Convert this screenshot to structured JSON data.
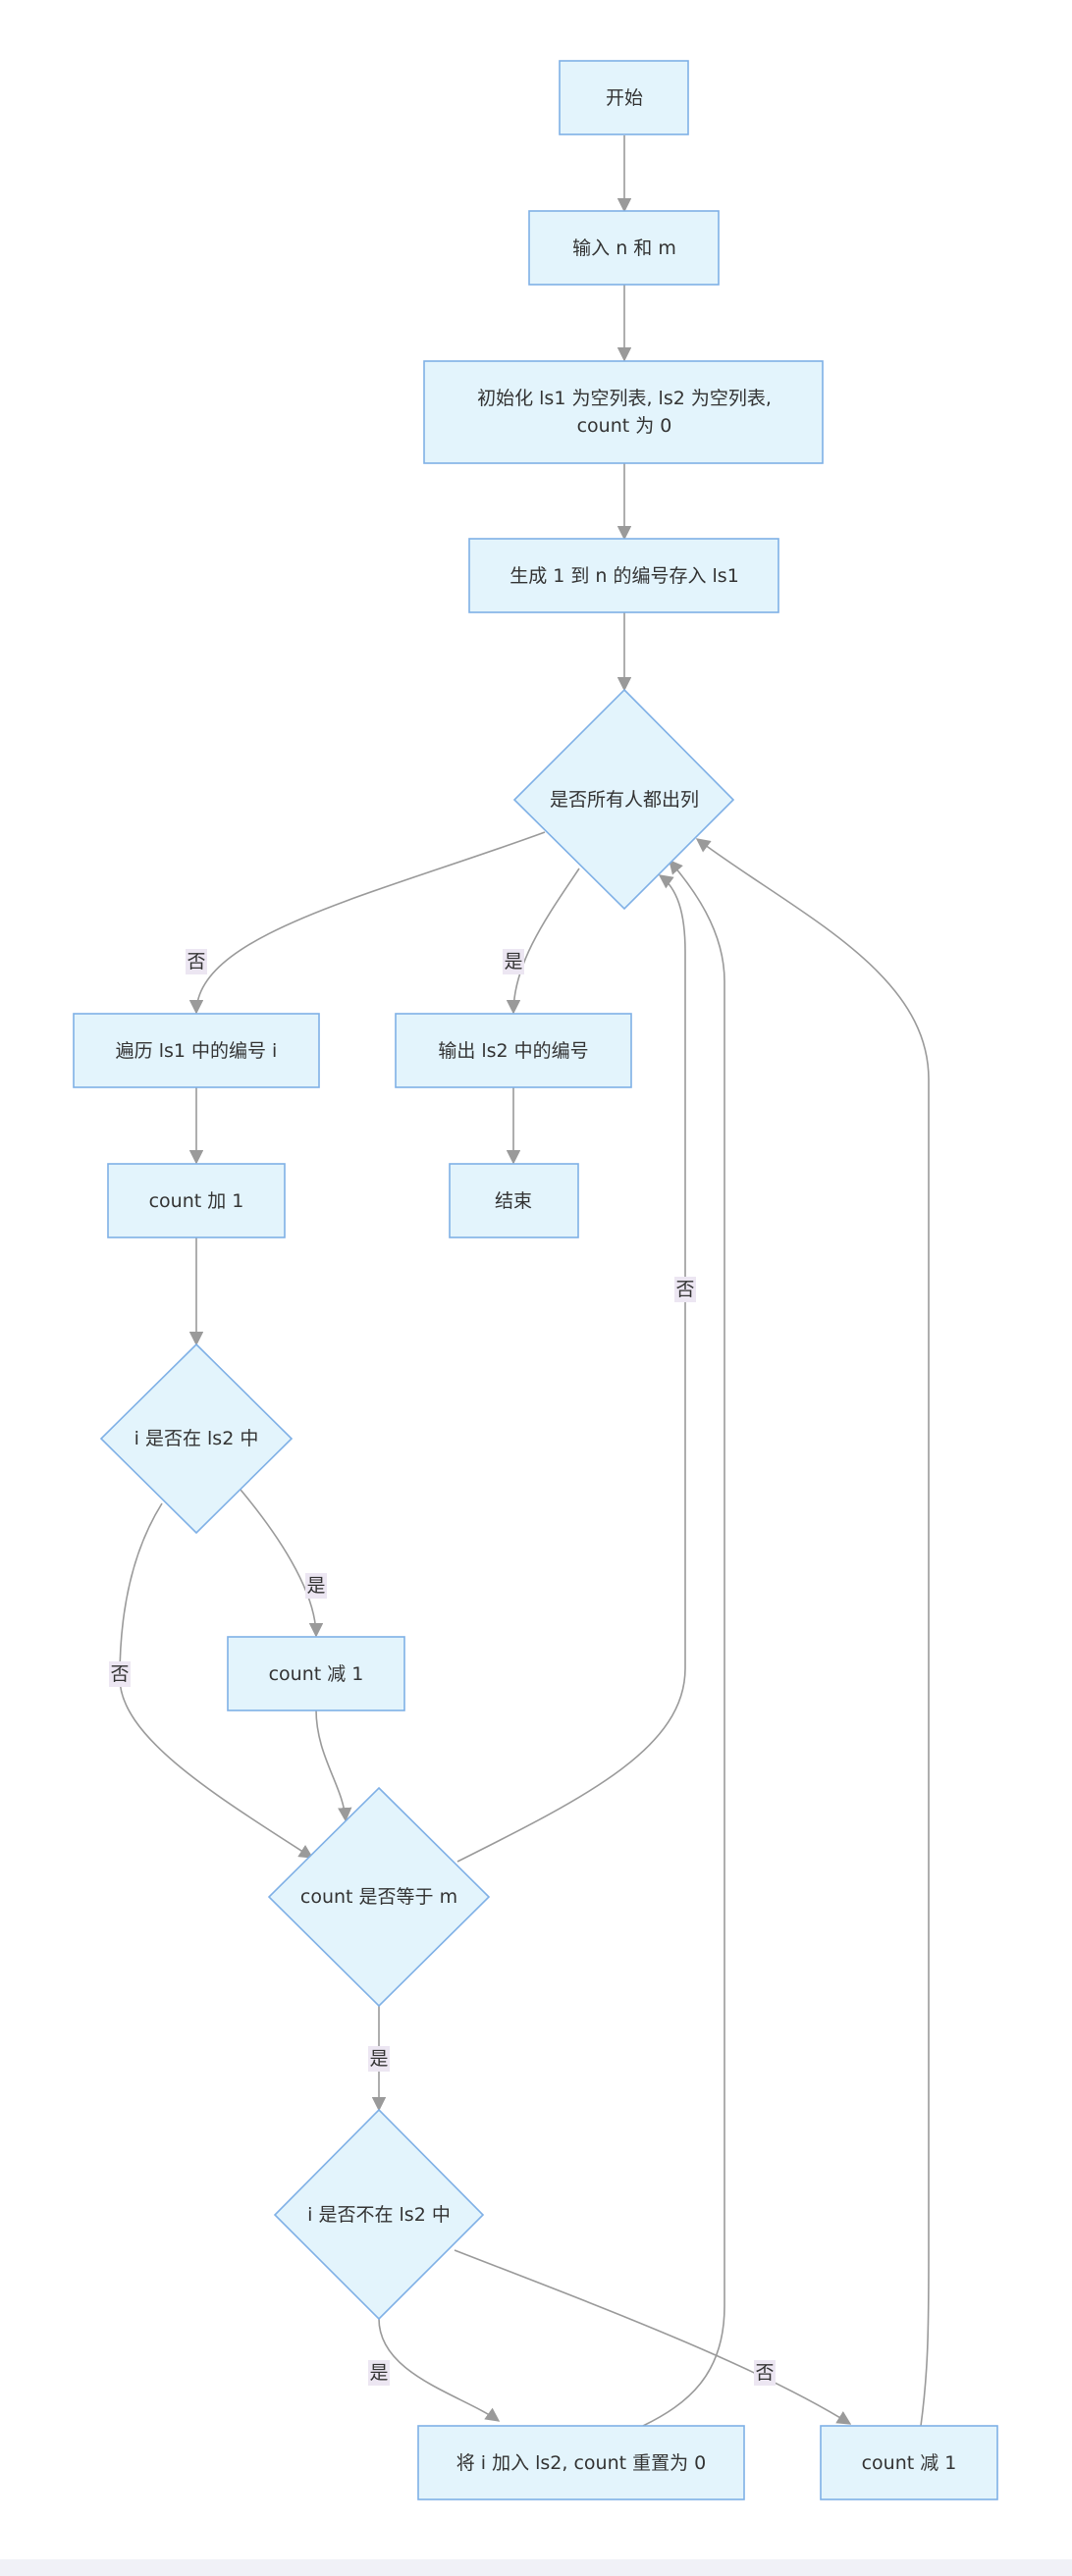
{
  "nodes": {
    "start": "开始",
    "input": "输入 n 和 m",
    "init_line1": "初始化 ls1 为空列表, ls2 为空列表,",
    "init_line2": "count 为 0",
    "generate": "生成 1 到 n 的编号存入 ls1",
    "all_out": "是否所有人都出列",
    "traverse": "遍历 ls1 中的编号 i",
    "output": "输出 ls2 中的编号",
    "count_inc": "count 加 1",
    "end": "结束",
    "i_in_ls2": "i 是否在 ls2 中",
    "count_dec_a": "count 减 1",
    "count_eq_m": "count 是否等于 m",
    "i_not_in_ls2": "i 是否不在 ls2 中",
    "add_reset": "将 i 加入 ls2, count 重置为 0",
    "count_dec_b": "count 减 1"
  },
  "edge_labels": {
    "no_traverse": "否",
    "yes_output": "是",
    "no_loop_back": "否",
    "yes_in_ls2": "是",
    "no_in_ls2": "否",
    "yes_eq_m": "是",
    "yes_not_in_ls2": "是",
    "no_not_in_ls2": "否"
  },
  "colors": {
    "node_fill": "#e3f4fc",
    "node_stroke": "#7fb0e6",
    "edge": "#9a9a9a",
    "label_bg": "#ece6f2"
  }
}
